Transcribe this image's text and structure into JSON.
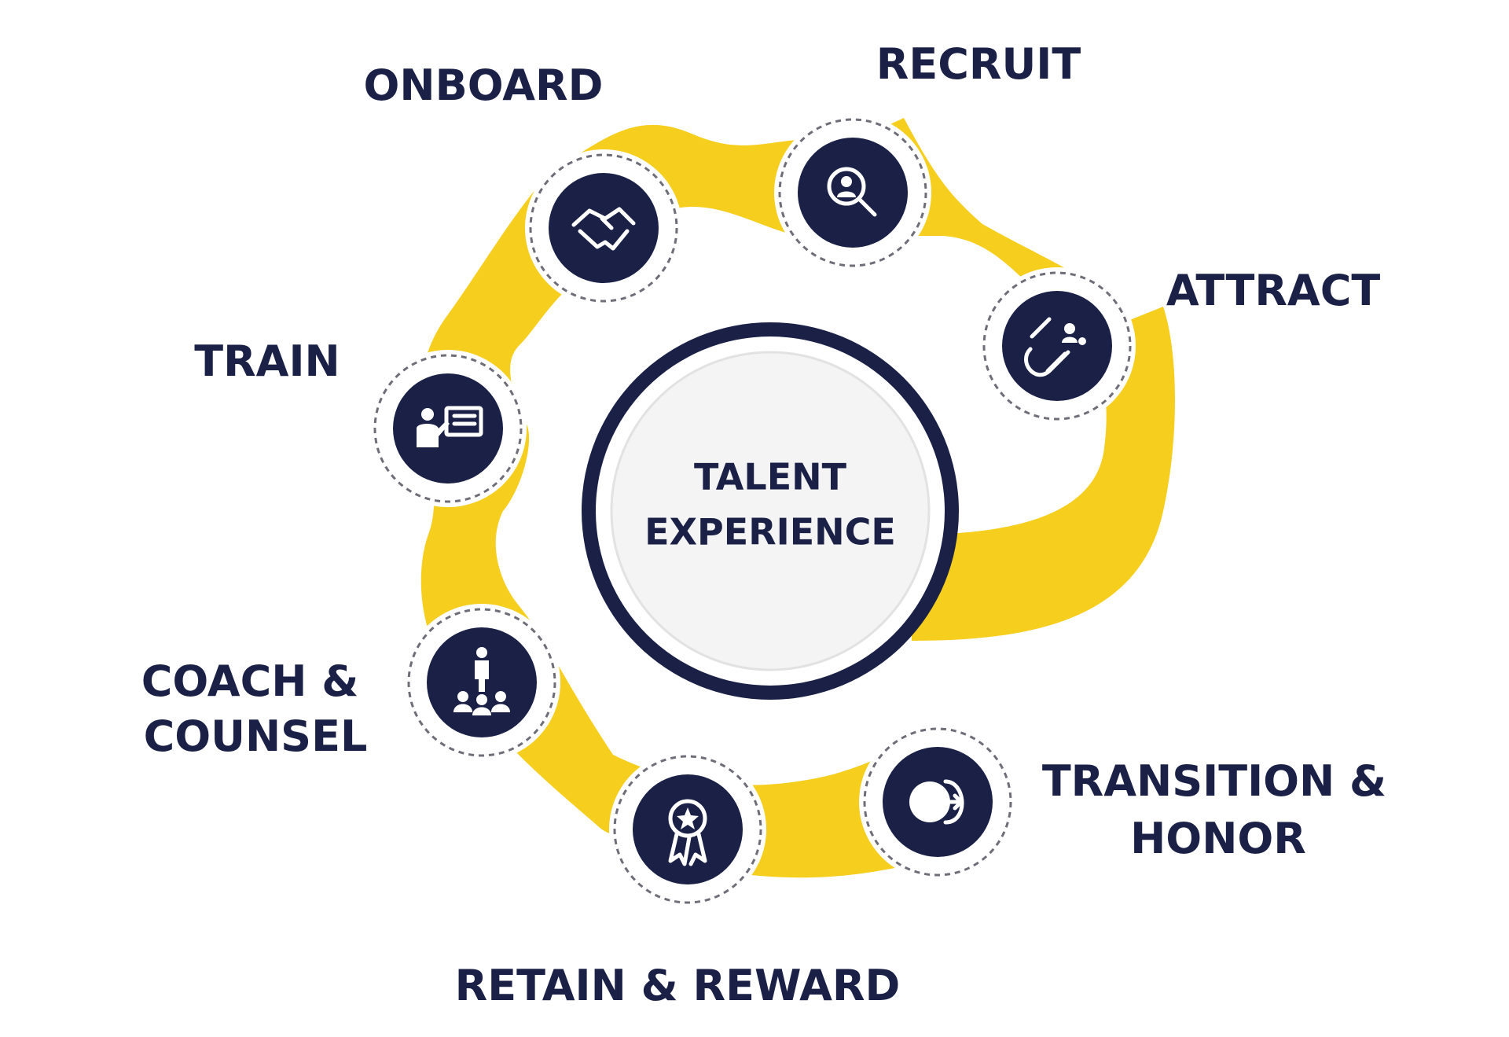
{
  "center": {
    "line1": "TALENT",
    "line2": "EXPERIENCE"
  },
  "stages": {
    "recruit": {
      "label": "RECRUIT",
      "icon": "magnifier-person-icon"
    },
    "attract": {
      "label": "ATTRACT",
      "icon": "magnet-people-icon"
    },
    "onboard": {
      "label": "ONBOARD",
      "icon": "handshake-icon"
    },
    "train": {
      "label": "TRAIN",
      "icon": "presentation-board-icon"
    },
    "coach": {
      "line1": "COACH &",
      "line2": "COUNSEL",
      "icon": "mentor-group-icon"
    },
    "retain": {
      "label": "RETAIN & REWARD",
      "icon": "award-ribbon-icon"
    },
    "transition": {
      "line1": "TRANSITION &",
      "line2": "HONOR",
      "icon": "exit-arrow-icon"
    }
  },
  "colors": {
    "accent_yellow": "#f5ce1e",
    "navy": "#1b2146",
    "center_fill": "#f4f4f4"
  }
}
